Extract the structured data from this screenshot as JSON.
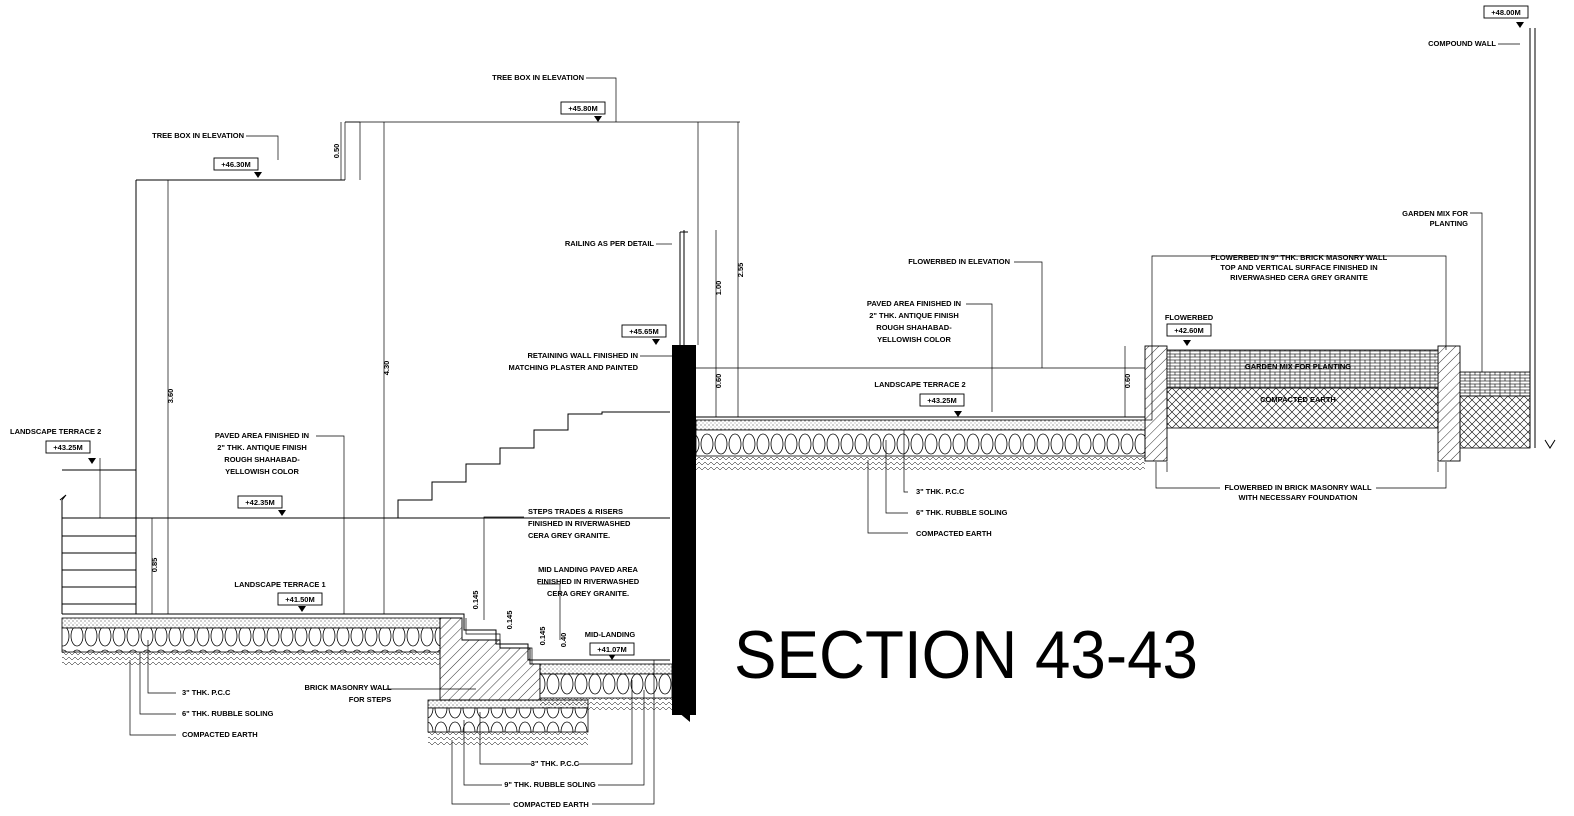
{
  "title": "SECTION 43-43",
  "levels": {
    "l1": "+46.30M",
    "l2": "+45.80M",
    "l3": "+48.00M",
    "l4": "+45.65M",
    "l5": "+43.25M",
    "l6": "+42.60M",
    "l7": "+43.25M",
    "l8": "+42.35M",
    "l9": "+41.50M",
    "l10": "+41.07M"
  },
  "dims": {
    "d050": "0.50",
    "d360": "3.60",
    "d430": "4.30",
    "d085": "0.85",
    "d100": "1.00",
    "d255": "2.55",
    "d060": "0.60",
    "d060b": "0.60",
    "d0145a": "0.145",
    "d0145b": "0.145",
    "d0145c": "0.145",
    "d040": "0.40"
  },
  "labels": {
    "tree_box_1": "TREE BOX IN ELEVATION",
    "tree_box_2": "TREE BOX IN ELEVATION",
    "compound_wall": "COMPOUND WALL",
    "garden_mix_1": "GARDEN MIX FOR",
    "garden_mix_2": "PLANTING",
    "railing": "RAILING AS PER DETAIL",
    "flowerbed_elev": "FLOWERBED IN ELEVATION",
    "fb_brick_1": "FLOWERBED IN 9\" THK. BRICK MASONRY WALL",
    "fb_brick_2": "TOP AND VERTICAL SURFACE  FINISHED IN",
    "fb_brick_3": "RIVERWASHED CERA GREY GRANITE",
    "paved_r_1": "PAVED AREA FINISHED IN",
    "paved_r_2": "2\" THK. ANTIQUE FINISH",
    "paved_r_3": "ROUGH SHAHABAD-",
    "paved_r_4": "YELLOWISH COLOR",
    "flowerbed": "FLOWERBED",
    "retaining_1": "RETAINING WALL FINISHED IN",
    "retaining_2": "MATCHING PLASTER AND PAINTED",
    "landscape_t2_r": "LANDSCAPE TERRACE 2",
    "garden_mix_in": "GARDEN MIX FOR PLANTING",
    "compacted_in": "COMPACTED EARTH",
    "landscape_t2_l": "LANDSCAPE TERRACE 2",
    "paved_l_1": "PAVED AREA FINISHED IN",
    "paved_l_2": "2\" THK. ANTIQUE FINISH",
    "paved_l_3": "ROUGH SHAHABAD-",
    "paved_l_4": "YELLOWISH COLOR",
    "fb_wall_1": "FLOWERBED IN BRICK MASONRY WALL",
    "fb_wall_2": "WITH NECESSARY FOUNDATION",
    "pcc_r": "3\" THK. P.C.C",
    "rubble_r": "6\" THK. RUBBLE SOLING",
    "earth_r": "COMPACTED EARTH",
    "steps_1": "STEPS TRADES & RISERS",
    "steps_2": "FINISHED IN RIVERWASHED",
    "steps_3": "CERA GREY GRANITE.",
    "mid_1": "MID LANDING PAVED AREA",
    "mid_2": "FINISHED IN RIVERWASHED",
    "mid_3": "CERA GREY GRANITE.",
    "landscape_t1": "LANDSCAPE TERRACE 1",
    "mid_landing": "MID-LANDING",
    "brick_steps_1": "BRICK MASONRY WALL",
    "brick_steps_2": "FOR STEPS",
    "pcc_l": "3\" THK. P.C.C",
    "rubble_l": "6\" THK. RUBBLE SOLING",
    "earth_l": "COMPACTED EARTH",
    "pcc_m": "3\" THK. P.C.C",
    "rubble_m": "9\" THK. RUBBLE SOLING",
    "earth_m": "COMPACTED EARTH"
  }
}
